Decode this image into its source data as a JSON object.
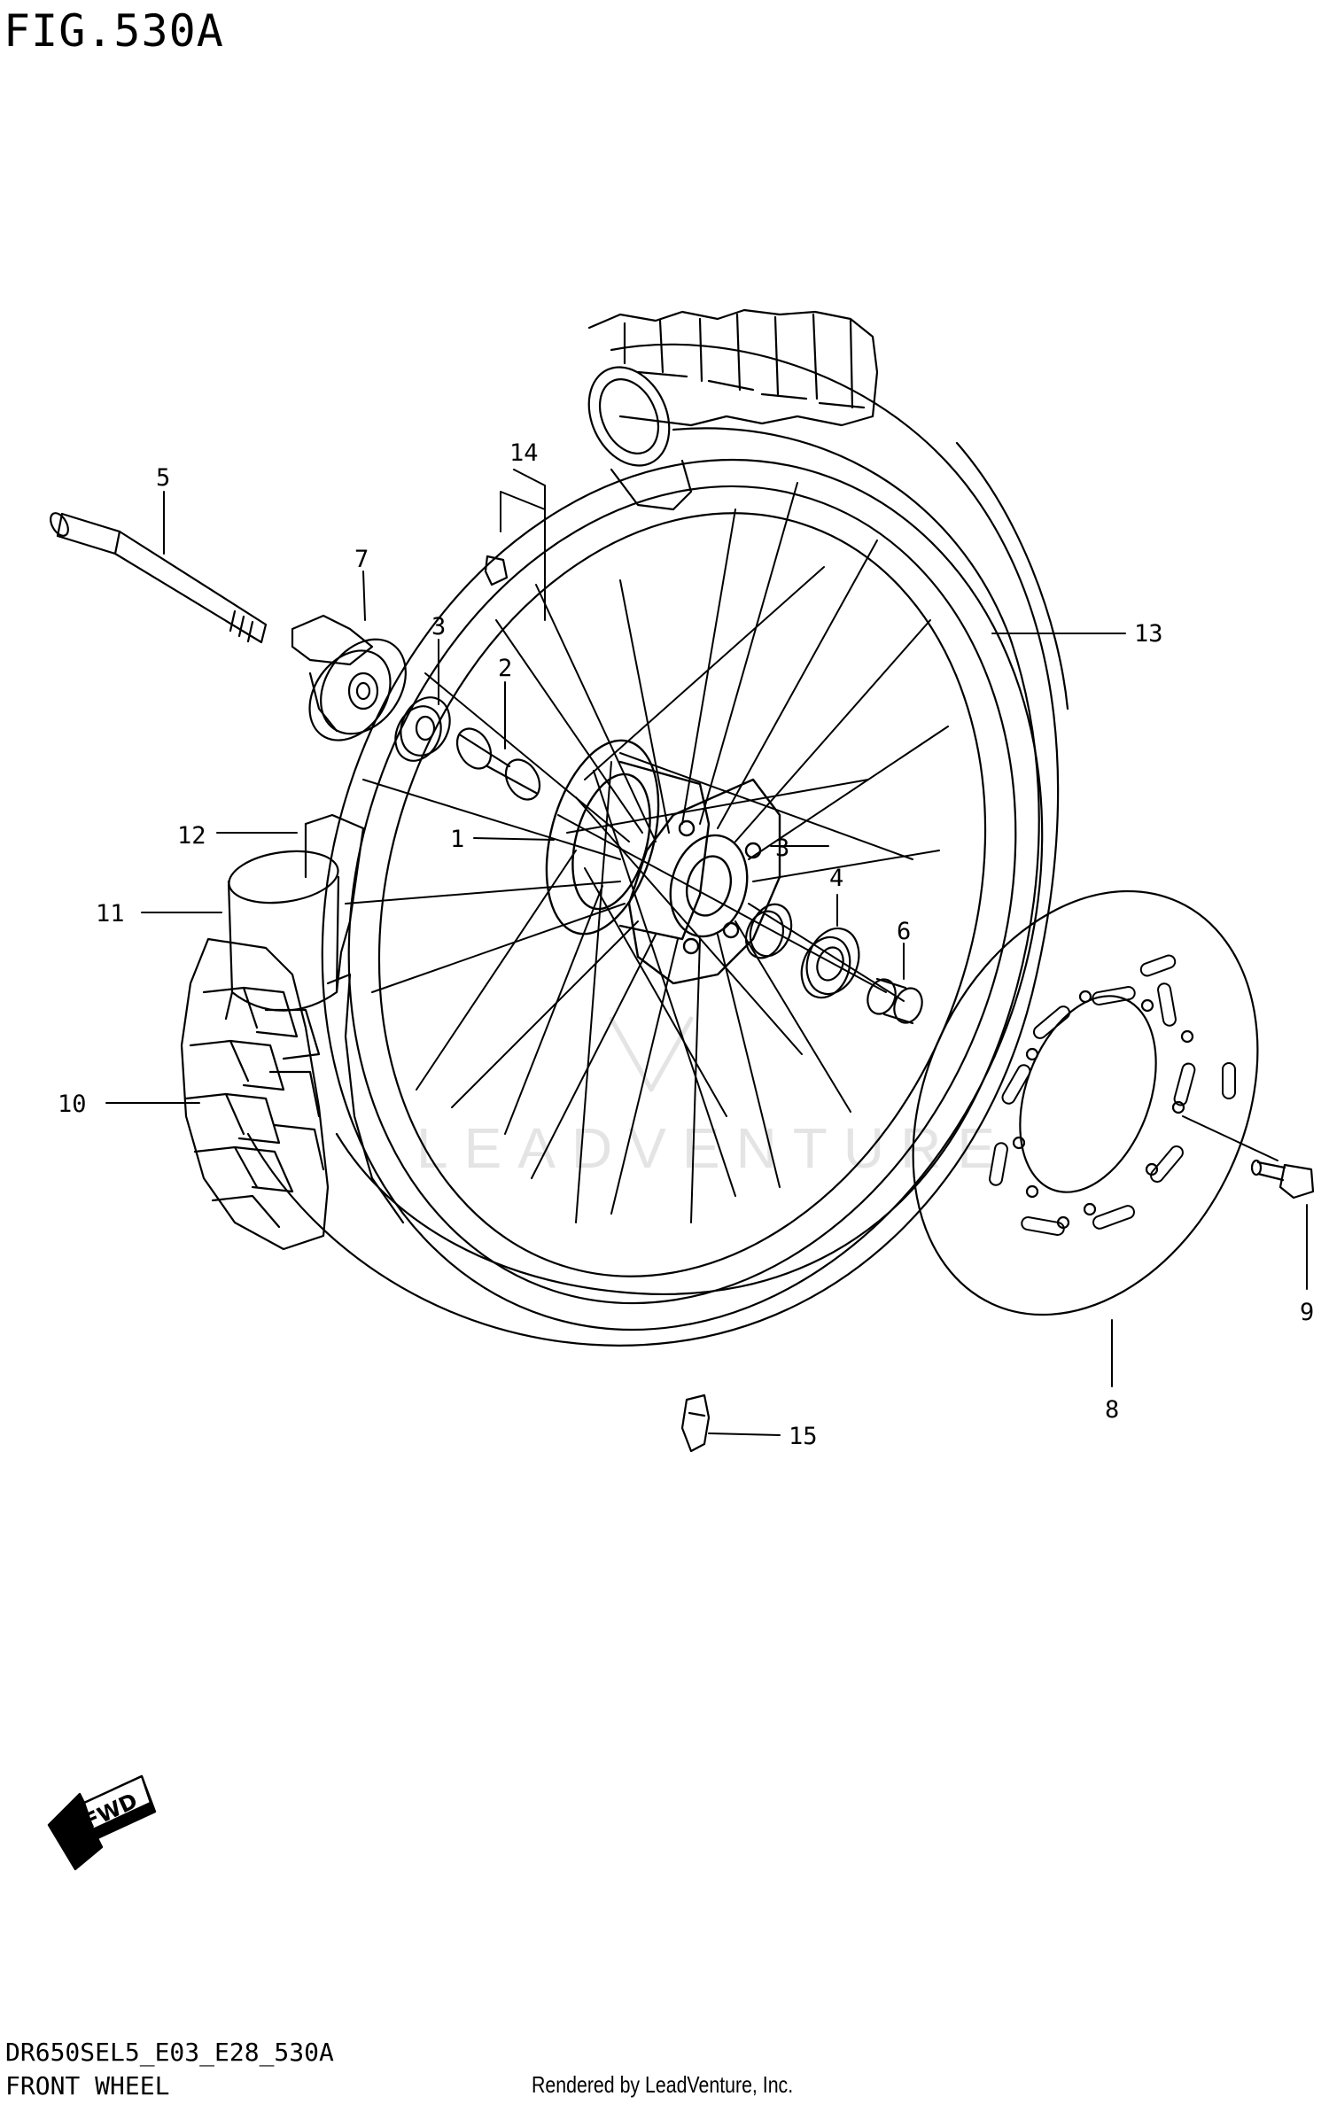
{
  "figure": {
    "title": "FIG.530A",
    "code": "DR650SEL5_E03_E28_530A",
    "name": "FRONT WHEEL",
    "credit": "Rendered by LeadVenture, Inc.",
    "watermark": "LEADVENTURE",
    "fwd_label": "FWD"
  },
  "callouts": [
    "1",
    "2",
    "3",
    "3",
    "4",
    "5",
    "6",
    "7",
    "8",
    "9",
    "10",
    "11",
    "12",
    "13",
    "14",
    "15"
  ],
  "colors": {
    "line": "#000000",
    "background": "#ffffff",
    "watermark": "#e4e4e4"
  }
}
